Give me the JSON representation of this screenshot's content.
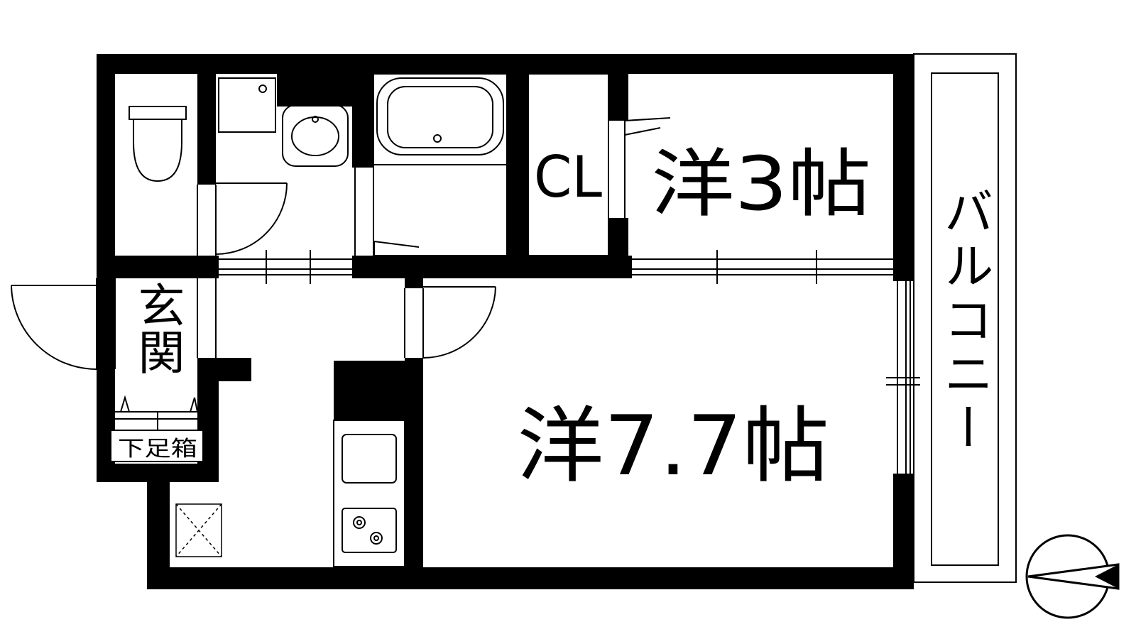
{
  "labels": {
    "room_western_small": "洋3帖",
    "room_western_main": "洋7.7帖",
    "closet": "CL",
    "entrance": "玄関",
    "shoe_cabinet": "下足箱",
    "balcony": "バルコニー"
  },
  "compass": {
    "icon": "compass-arrow-icon"
  },
  "colors": {
    "wall": "#000000",
    "background": "#ffffff",
    "line": "#000000"
  }
}
